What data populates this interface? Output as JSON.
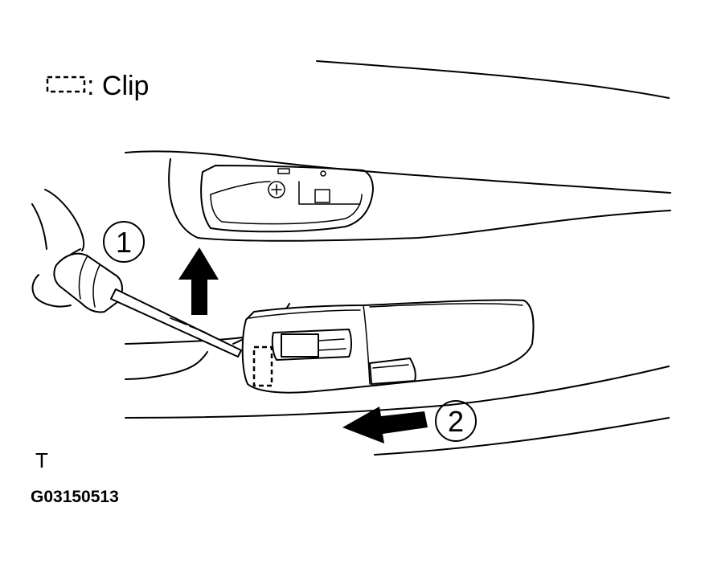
{
  "legend": {
    "symbol_icon": "dashed-clip-symbol-icon",
    "text": ": Clip"
  },
  "steps": [
    {
      "label": "1"
    },
    {
      "label": "2"
    }
  ],
  "orientation_mark": "T",
  "figure_code": "G03150513",
  "colors": {
    "line": "#000000",
    "background": "#ffffff"
  }
}
